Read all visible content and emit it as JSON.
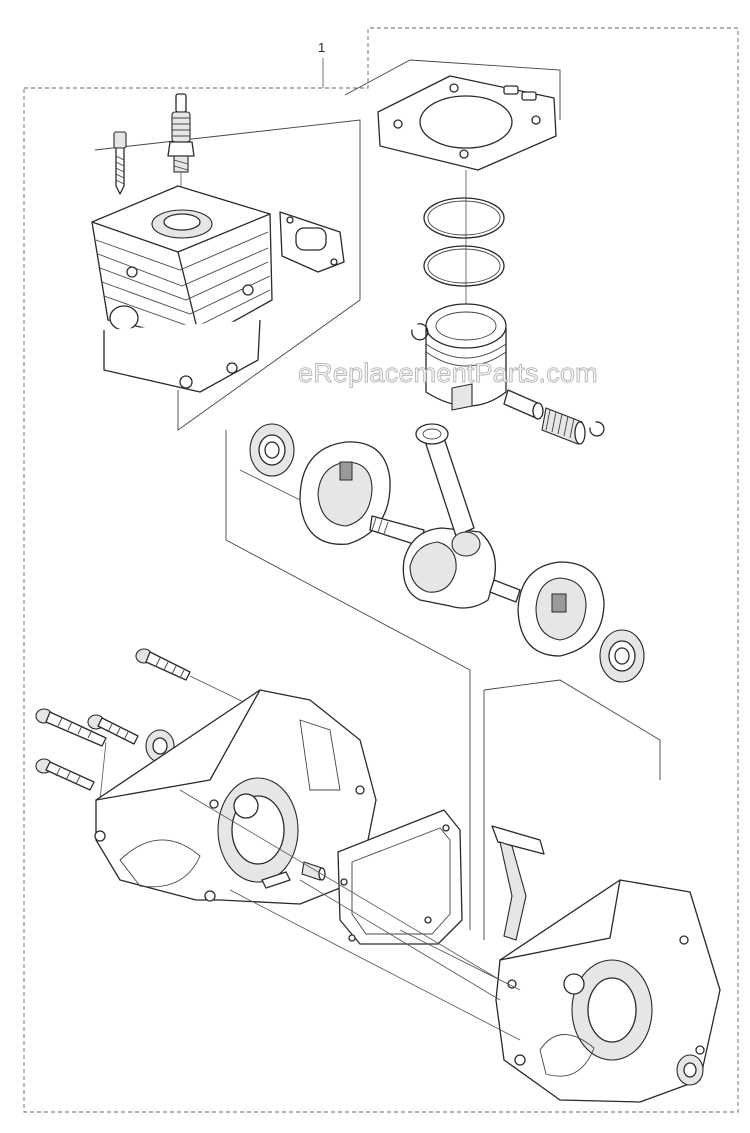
{
  "diagram": {
    "callout_number": "1",
    "watermark_text": "eReplacementParts.com",
    "parts": [
      {
        "name": "cylinder-screw"
      },
      {
        "name": "spark-plug"
      },
      {
        "name": "cylinder"
      },
      {
        "name": "exhaust-gasket"
      },
      {
        "name": "cylinder-base-gasket"
      },
      {
        "name": "piston-ring-upper"
      },
      {
        "name": "piston-ring-lower"
      },
      {
        "name": "piston"
      },
      {
        "name": "piston-pin-circlip-left"
      },
      {
        "name": "piston-pin"
      },
      {
        "name": "needle-bearing"
      },
      {
        "name": "piston-pin-circlip-right"
      },
      {
        "name": "crankshaft-bearing-left"
      },
      {
        "name": "flywheel-half-left"
      },
      {
        "name": "crankshaft-connecting-rod"
      },
      {
        "name": "flywheel-half-right"
      },
      {
        "name": "crankshaft-bearing-right"
      },
      {
        "name": "crankcase-screws"
      },
      {
        "name": "oil-seal-left"
      },
      {
        "name": "crankcase-half-left"
      },
      {
        "name": "crankcase-gasket"
      },
      {
        "name": "guide-sleeves"
      },
      {
        "name": "decompression-bracket"
      },
      {
        "name": "crankcase-half-right"
      },
      {
        "name": "oil-seal-right"
      }
    ]
  }
}
